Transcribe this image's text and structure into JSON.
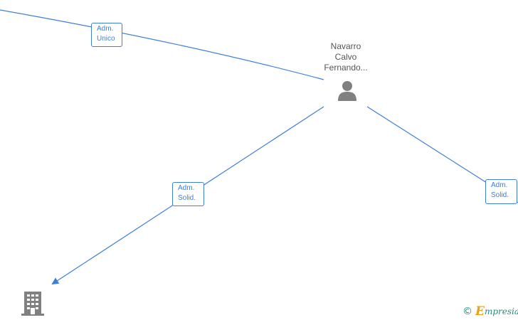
{
  "person": {
    "name_lines": [
      "Navarro",
      "Calvo",
      "Fernando..."
    ],
    "icon": "person-icon"
  },
  "edges": [
    {
      "label_lines": [
        "Adm.",
        "Unico"
      ]
    },
    {
      "label_lines": [
        "Adm.",
        "Solid."
      ]
    },
    {
      "label_lines": [
        "Adm.",
        "Solid."
      ]
    }
  ],
  "company": {
    "icon": "building-icon"
  },
  "watermark": {
    "copyright": "©",
    "brand_initial": "E",
    "brand_rest": "mpresia"
  },
  "colors": {
    "edge": "#3d7fd6",
    "text": "#555555",
    "icon": "#808080",
    "brand": "#2d8a7a",
    "brand_accent": "#e8a020"
  }
}
